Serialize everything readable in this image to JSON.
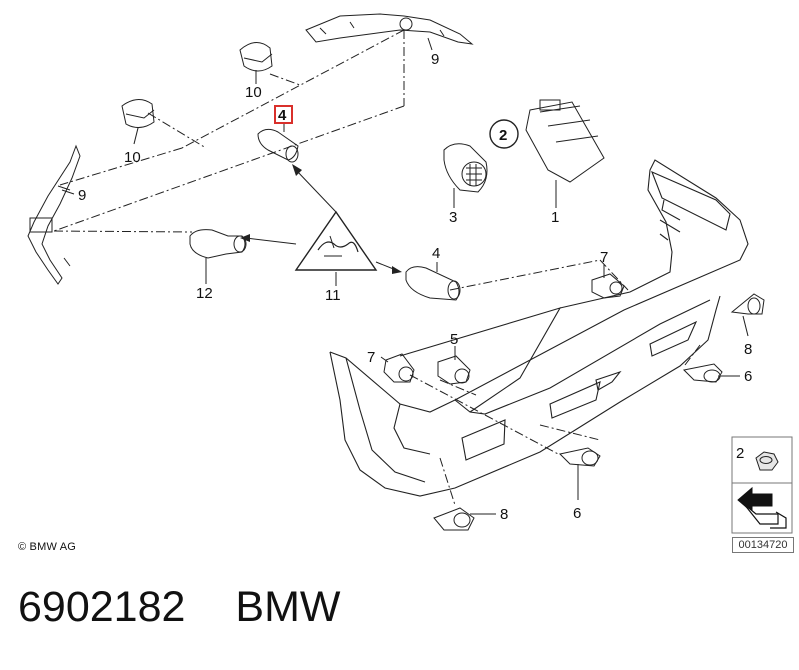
{
  "labels": {
    "l1": "1",
    "l2": "2",
    "l3": "3",
    "l4_highlight": "4",
    "l4": "4",
    "l5": "5",
    "l6a": "6",
    "l6b": "6",
    "l7a": "7",
    "l7b": "7",
    "l8a": "8",
    "l8b": "8",
    "l9a": "9",
    "l9b": "9",
    "l10a": "10",
    "l10b": "10",
    "l11": "11",
    "l12": "12",
    "legend_2": "2"
  },
  "copyright": "© BMW AG",
  "ref_number": "00134720",
  "part_number": "6902182",
  "brand": "BMW",
  "colors": {
    "highlight": "#d9302b",
    "line": "#222222",
    "legend_fill": "#111111"
  }
}
